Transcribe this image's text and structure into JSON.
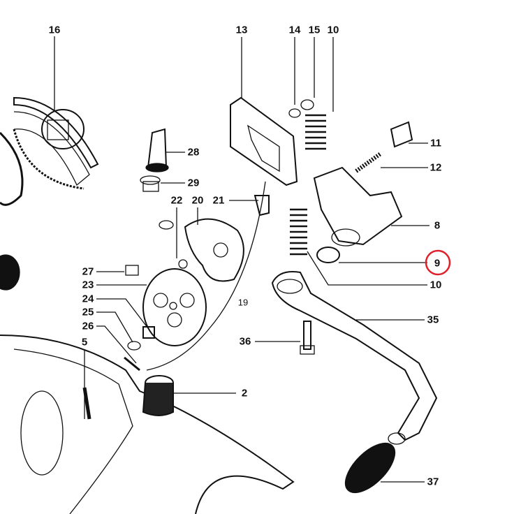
{
  "diagram": {
    "labels": [
      "16",
      "13",
      "14",
      "15",
      "10",
      "28",
      "29",
      "11",
      "12",
      "21",
      "22",
      "20",
      "8",
      "9",
      "27",
      "23",
      "10",
      "24",
      "25",
      "19",
      "35",
      "26",
      "36",
      "5",
      "2",
      "37"
    ],
    "highlighted_label": "9",
    "highlight_color": "#e0202a"
  }
}
